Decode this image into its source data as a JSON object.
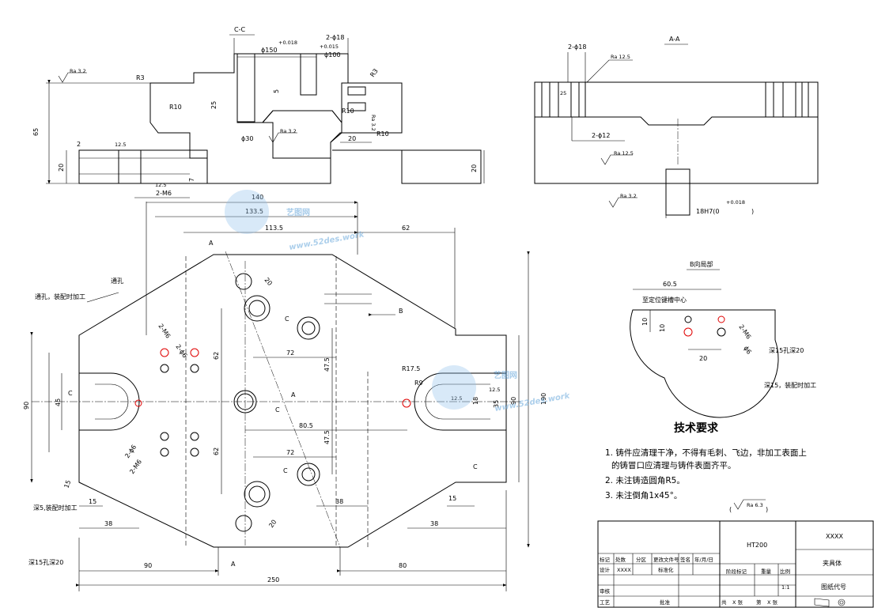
{
  "views": {
    "section_cc": "C-C",
    "section_aa": "A-A",
    "view_b": "B向局部"
  },
  "dimensions_cc": {
    "phi150": "ϕ150",
    "tol150": "+0.018",
    "two_phi18": "2-ϕ18",
    "tol_015": "+0.015",
    "phi100": "ϕ100",
    "r3_left": "R3",
    "r3_right": "R3",
    "r10_left": "R10",
    "r10_right": "R10",
    "r10_mid": "R10",
    "d25": "25",
    "d5": "5",
    "d65": "65",
    "phi30": "ϕ30",
    "d20_left": "20",
    "d20_mid": "20",
    "d20_right": "20",
    "d2": "2",
    "d7": "7",
    "d2m6": "2-M6",
    "ra32_a": "Ra 3.2",
    "ra32_b": "Ra 3.2",
    "ra32_c": "Ra 3.2",
    "d125": "12.5",
    "d125b": "12.5"
  },
  "dimensions_aa": {
    "two_phi18": "2-ϕ18",
    "ra125_a": "Ra 12.5",
    "two_phi12": "2-ϕ12",
    "ra125_b": "Ra 12.5",
    "ra32": "Ra 3.2",
    "d25": "25",
    "slot": "18H7(0",
    "slot_tol": "+0.018",
    "slot_end": ")"
  },
  "dimensions_plan": {
    "d140": "140",
    "d1335": "133.5",
    "d1135": "113.5",
    "d62_top": "62",
    "d250": "250",
    "d90_bottom": "90",
    "d80": "80",
    "d90_left": "90",
    "d45": "45",
    "d62_a": "62",
    "d62_b": "62",
    "d72_a": "72",
    "d72_b": "72",
    "d475_a": "47.5",
    "d475_b": "47.5",
    "d805": "80.5",
    "d38_a": "38",
    "d38_b": "38",
    "d38_c": "38",
    "d15_a": "15",
    "d15_b": "15",
    "d18": "18",
    "d35": "35",
    "d90_r": "90",
    "d190": "190",
    "r175": "R17.5",
    "r9": "R9",
    "d20_a": "20",
    "d20_b": "20",
    "d2phi6_a": "2-ϕ6",
    "d2m6_a": "2-M6",
    "d2phi6_b": "2-ϕ6",
    "d2m6_b": "2-M6",
    "c_left": "C",
    "c_right": "C",
    "c_mid": "C",
    "c_top": "C",
    "a_top": "A",
    "a_mid": "A",
    "a_bottom": "A",
    "b_arrow": "B",
    "d125": "12.5",
    "d125b": "12.5",
    "d15_rot": "15"
  },
  "notes_plan": {
    "through_hole_left": "通孔，装配时加工",
    "through_hole": "通孔",
    "deep5_left": "深5,装配时加工",
    "deep15_left": "深15孔深20"
  },
  "view_b_dims": {
    "d605": "60.5",
    "center_note": "至定位键槽中心",
    "d10_a": "10",
    "d10_b": "10",
    "d20": "20",
    "m6": "2-M6",
    "phi6": "ϕ6",
    "deep15": "深15孔深20",
    "deep5": "深15，装配时加工"
  },
  "tech_requirements": {
    "title": "技术要求",
    "item1": "1. 铸件应清理干净，不得有毛刺、飞边，非加工表面上",
    "item1b": "的铸冒口应清理与铸件表面齐平。",
    "item2": "2. 未注铸造圆角R5。",
    "item3": "3. 未注倒角1x45°。",
    "ra63": "Ra 6.3"
  },
  "title_block": {
    "material": "HT200",
    "code": "XXXX",
    "name": "夹具体",
    "drawing_no": "图纸代号",
    "scale": "1:1",
    "col_mark": "标记",
    "col_count": "处数",
    "col_zone": "分区",
    "col_docno": "更改文件号",
    "col_sign": "签名",
    "col_date": "年/月/日",
    "design": "设计",
    "design_name": "XXXX",
    "standard": "标准化",
    "stage": "阶段标记",
    "weight": "重量",
    "ratio": "比例",
    "review": "审核",
    "process": "工艺",
    "approve": "批准",
    "total": "共",
    "sheets": "X 张",
    "sheet_no": "第",
    "sheet_x": "X 张"
  },
  "watermark": {
    "brand": "艺图网",
    "url": "www.52des.work",
    "brand2": "艺图网",
    "url2": "www.52des.work"
  }
}
